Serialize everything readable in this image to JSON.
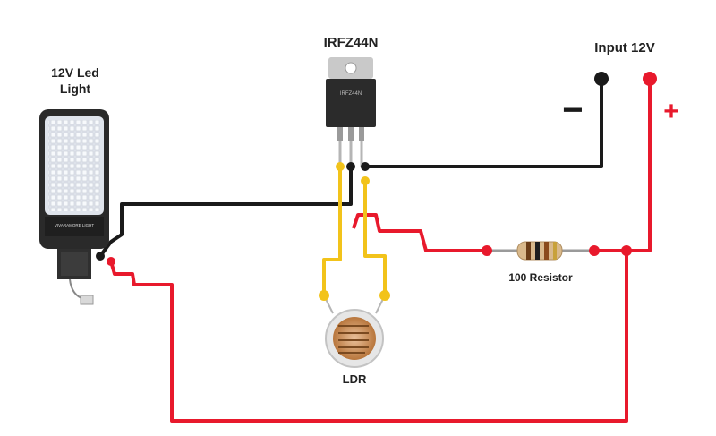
{
  "labels": {
    "led_light_line1": "12V Led",
    "led_light_line2": "Light",
    "mosfet": "IRFZ44N",
    "input": "Input 12V",
    "minus": "−",
    "plus": "+",
    "resistor": "100 Resistor",
    "ldr": "LDR"
  },
  "component_text": {
    "mosfet_body": "IRFZ44N",
    "led_brand": "VIVARAMORE LIGHT"
  },
  "colors": {
    "positive_wire": "#e8192c",
    "negative_wire": "#1a1a1a",
    "ldr_wire": "#f2c31a",
    "led_body": "#2a2a2a",
    "led_panel": "#dfe4ec",
    "mosfet_tab": "#c9c9c9",
    "mosfet_body": "#2b2b2b",
    "ldr_body": "#c98a4a"
  }
}
